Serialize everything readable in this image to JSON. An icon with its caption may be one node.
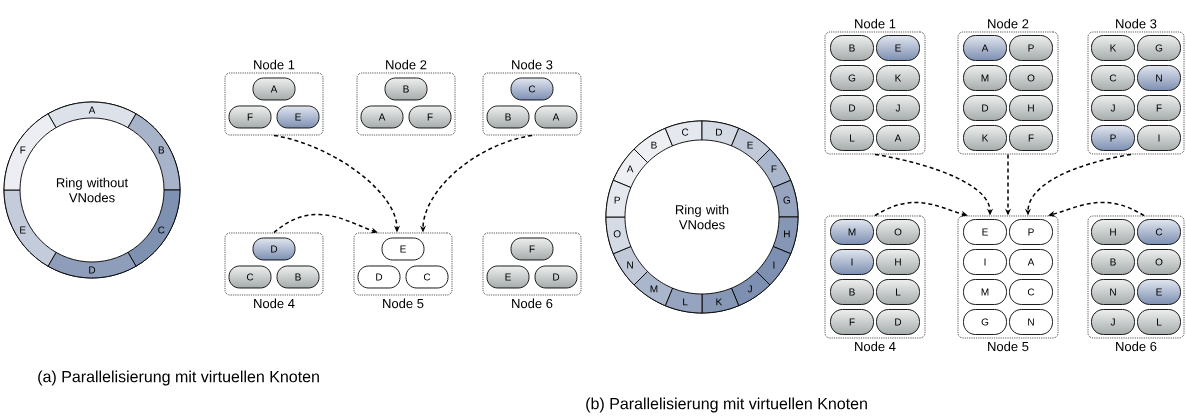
{
  "diagram": {
    "nodes": [
      {
        "text": [
          "Ring without VNodes"
        ]
      },
      {
        "text": [
          "A"
        ],
        "in": 0
      },
      {
        "text": [
          "B"
        ],
        "in": 0
      },
      {
        "text": [
          "C"
        ],
        "in": 0
      },
      {
        "text": [
          "D"
        ],
        "in": 0
      },
      {
        "text": [
          "E"
        ],
        "in": 0
      },
      {
        "text": [
          "F"
        ],
        "in": 0
      },
      {
        "text": [
          "Node 1"
        ]
      },
      {
        "text": [
          "A"
        ],
        "in": 7
      },
      {
        "text": [
          "F"
        ],
        "in": 7
      },
      {
        "text": [
          "E"
        ],
        "in": 7
      },
      {
        "text": [
          "Node 2"
        ]
      },
      {
        "text": [
          "B"
        ],
        "in": 11
      },
      {
        "text": [
          "A"
        ],
        "in": 11
      },
      {
        "text": [
          "F"
        ],
        "in": 11
      },
      {
        "text": [
          "Node 3"
        ]
      },
      {
        "text": [
          "C"
        ],
        "in": 15
      },
      {
        "text": [
          "B"
        ],
        "in": 15
      },
      {
        "text": [
          "A"
        ],
        "in": 15
      },
      {
        "text": [
          "Node 4"
        ]
      },
      {
        "text": [
          "D"
        ],
        "in": 19
      },
      {
        "text": [
          "C"
        ],
        "in": 19
      },
      {
        "text": [
          "B"
        ],
        "in": 19
      },
      {
        "text": [
          "Node 5"
        ]
      },
      {
        "text": [
          "E"
        ],
        "in": 23
      },
      {
        "text": [
          "D"
        ],
        "in": 23
      },
      {
        "text": [
          "C"
        ],
        "in": 23
      },
      {
        "text": [
          "Node 6"
        ]
      },
      {
        "text": [
          "F"
        ],
        "in": 27
      },
      {
        "text": [
          "E"
        ],
        "in": 27
      },
      {
        "text": [
          "D"
        ],
        "in": 27
      },
      {
        "text": [
          "Ring with VNodes"
        ]
      },
      {
        "text": [
          "A"
        ],
        "in": 31
      },
      {
        "text": [
          "B"
        ],
        "in": 31
      },
      {
        "text": [
          "C"
        ],
        "in": 31
      },
      {
        "text": [
          "D"
        ],
        "in": 31
      },
      {
        "text": [
          "E"
        ],
        "in": 31
      },
      {
        "text": [
          "F"
        ],
        "in": 31
      },
      {
        "text": [
          "G"
        ],
        "in": 31
      },
      {
        "text": [
          "H"
        ],
        "in": 31
      },
      {
        "text": [
          "I"
        ],
        "in": 31
      },
      {
        "text": [
          "J"
        ],
        "in": 31
      },
      {
        "text": [
          "K"
        ],
        "in": 31
      },
      {
        "text": [
          "L"
        ],
        "in": 31
      },
      {
        "text": [
          "M"
        ],
        "in": 31
      },
      {
        "text": [
          "N"
        ],
        "in": 31
      },
      {
        "text": [
          "O"
        ],
        "in": 31
      },
      {
        "text": [
          "P"
        ],
        "in": 31
      },
      {
        "text": [
          "Node 1"
        ]
      },
      {
        "text": [
          "B"
        ],
        "in": 48
      },
      {
        "text": [
          "E"
        ],
        "in": 48
      },
      {
        "text": [
          "G"
        ],
        "in": 48
      },
      {
        "text": [
          "K"
        ],
        "in": 48
      },
      {
        "text": [
          "D"
        ],
        "in": 48
      },
      {
        "text": [
          "J"
        ],
        "in": 48
      },
      {
        "text": [
          "L"
        ],
        "in": 48
      },
      {
        "text": [
          "A"
        ],
        "in": 48
      },
      {
        "text": [
          "Node 2"
        ]
      },
      {
        "text": [
          "A"
        ],
        "in": 57
      },
      {
        "text": [
          "P"
        ],
        "in": 57
      },
      {
        "text": [
          "M"
        ],
        "in": 57
      },
      {
        "text": [
          "O"
        ],
        "in": 57
      },
      {
        "text": [
          "D"
        ],
        "in": 57
      },
      {
        "text": [
          "H"
        ],
        "in": 57
      },
      {
        "text": [
          "K"
        ],
        "in": 57
      },
      {
        "text": [
          "F"
        ],
        "in": 57
      },
      {
        "text": [
          "Node 3"
        ]
      },
      {
        "text": [
          "K"
        ],
        "in": 66
      },
      {
        "text": [
          "G"
        ],
        "in": 66
      },
      {
        "text": [
          "C"
        ],
        "in": 66
      },
      {
        "text": [
          "N"
        ],
        "in": 66
      },
      {
        "text": [
          "J"
        ],
        "in": 66
      },
      {
        "text": [
          "F"
        ],
        "in": 66
      },
      {
        "text": [
          "P"
        ],
        "in": 66
      },
      {
        "text": [
          "I"
        ],
        "in": 66
      },
      {
        "text": [
          "Node 4"
        ]
      },
      {
        "text": [
          "M"
        ],
        "in": 75
      },
      {
        "text": [
          "O"
        ],
        "in": 75
      },
      {
        "text": [
          "I"
        ],
        "in": 75
      },
      {
        "text": [
          "H"
        ],
        "in": 75
      },
      {
        "text": [
          "B"
        ],
        "in": 75
      },
      {
        "text": [
          "L"
        ],
        "in": 75
      },
      {
        "text": [
          "F"
        ],
        "in": 75
      },
      {
        "text": [
          "D"
        ],
        "in": 75
      },
      {
        "text": [
          "Node 5"
        ]
      },
      {
        "text": [
          "E"
        ],
        "in": 84
      },
      {
        "text": [
          "P"
        ],
        "in": 84
      },
      {
        "text": [
          "I"
        ],
        "in": 84
      },
      {
        "text": [
          "A"
        ],
        "in": 84
      },
      {
        "text": [
          "M"
        ],
        "in": 84
      },
      {
        "text": [
          "C"
        ],
        "in": 84
      },
      {
        "text": [
          "G"
        ],
        "in": 84
      },
      {
        "text": [
          "N"
        ],
        "in": 84
      },
      {
        "text": [
          "Node 6"
        ]
      },
      {
        "text": [
          "H"
        ],
        "in": 93
      },
      {
        "text": [
          "C"
        ],
        "in": 93
      },
      {
        "text": [
          "B"
        ],
        "in": 93
      },
      {
        "text": [
          "O"
        ],
        "in": 93
      },
      {
        "text": [
          "N"
        ],
        "in": 93
      },
      {
        "text": [
          "E"
        ],
        "in": 93
      },
      {
        "text": [
          "J"
        ],
        "in": 93
      },
      {
        "text": [
          "L"
        ],
        "in": 93
      }
    ],
    "edges": [
      {
        "from": 7,
        "to": 23,
        "arrow": "to",
        "style": "dashed"
      },
      {
        "from": 15,
        "to": 23,
        "arrow": "to",
        "style": "dashed"
      },
      {
        "from": 19,
        "to": 23,
        "arrow": "to",
        "style": "dashed"
      },
      {
        "from": 48,
        "to": 84,
        "arrow": "to",
        "style": "dashed"
      },
      {
        "from": 57,
        "to": 84,
        "arrow": "to",
        "style": "dashed"
      },
      {
        "from": 66,
        "to": 84,
        "arrow": "to",
        "style": "dashed"
      },
      {
        "from": 75,
        "to": 84,
        "arrow": "to",
        "style": "dashed"
      },
      {
        "from": 93,
        "to": 84,
        "arrow": "to",
        "style": "dashed"
      }
    ],
    "labels": [
      "(a) Parallelisierung mit virtuellen Knoten",
      "(b) Parallelisierung mit virtuellen Knoten"
    ]
  }
}
